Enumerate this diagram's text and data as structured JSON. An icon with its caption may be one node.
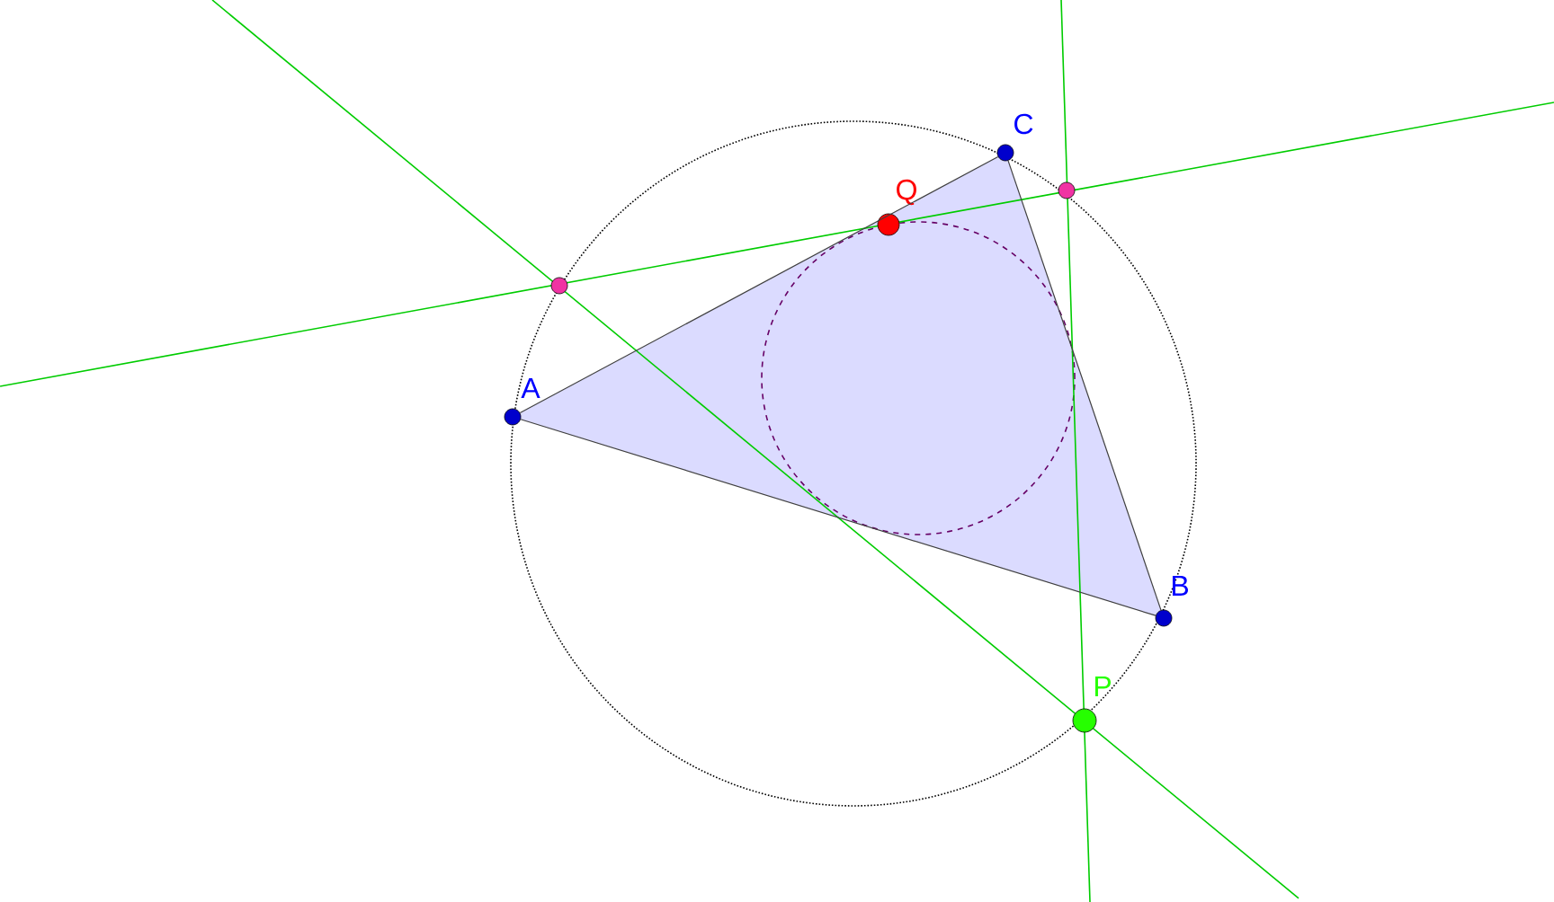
{
  "diagram": {
    "nodes": [
      {
        "text": [
          "C"
        ]
      },
      {
        "text": [
          "Q"
        ]
      },
      {
        "text": [
          "A"
        ]
      },
      {
        "text": [
          "B"
        ]
      },
      {
        "text": [
          "P"
        ]
      }
    ],
    "edges": [
      {
        "from": 2,
        "to": 3,
        "arrow": "none"
      },
      {
        "from": 3,
        "to": 0,
        "arrow": "none"
      },
      {
        "from": 0,
        "to": 2,
        "arrow": "none"
      }
    ]
  }
}
